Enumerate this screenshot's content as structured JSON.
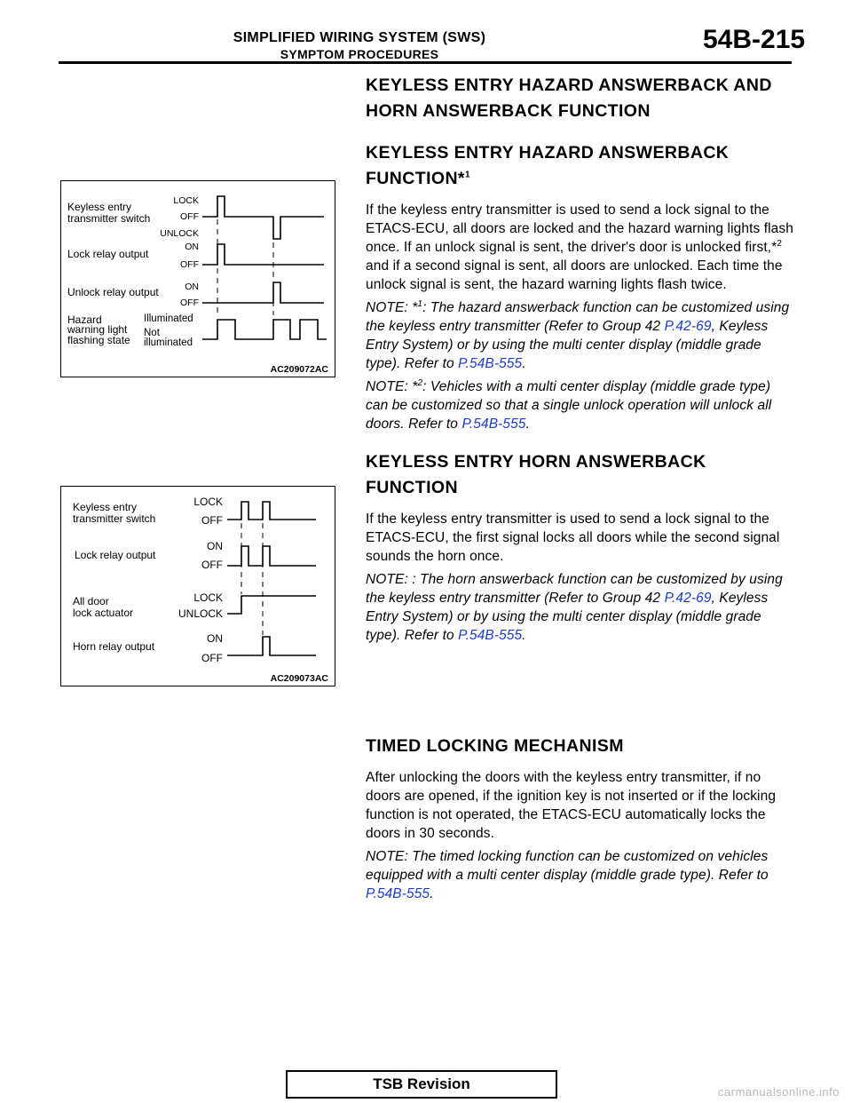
{
  "header": {
    "title": "SIMPLIFIED WIRING SYSTEM (SWS)",
    "subtitle": "SYMPTOM PROCEDURES",
    "page_number": "54B-215"
  },
  "sections": {
    "main_heading": "KEYLESS ENTRY HAZARD ANSWERBACK AND HORN ANSWERBACK FUNCTION",
    "hazard": {
      "heading": "KEYLESS ENTRY HAZARD ANSWERBACK FUNCTION*",
      "heading_sup": "1",
      "body_1": "If the keyless entry transmitter is used to send a lock signal to the ETACS-ECU, all doors are locked and the hazard warning lights flash once. If an unlock signal is sent, the driver's door is unlocked first,*",
      "body_sup": "2",
      "body_2": " and if a second signal is sent, all doors are unlocked. Each time the unlock signal is sent, the hazard warning lights flash twice.",
      "note1_prefix": "NOTE: *",
      "note1_sup": "1",
      "note1_text": ": The hazard answerback function can be customized using the keyless entry transmitter (Refer to Group 42 ",
      "note1_link1": "P.42-69",
      "note1_mid": ", Keyless Entry System) or by using the multi center display (middle grade type). Refer to ",
      "note1_link2": "P.54B-555",
      "note1_end": ".",
      "note2_prefix": "NOTE: *",
      "note2_sup": "2",
      "note2_text": ": Vehicles with a multi center display (middle grade type) can be customized so that a single unlock operation will unlock all doors. Refer to ",
      "note2_link": "P.54B-555",
      "note2_end": "."
    },
    "horn": {
      "heading": "KEYLESS ENTRY HORN ANSWERBACK FUNCTION",
      "body": "If the keyless entry transmitter is used to send a lock signal to the ETACS-ECU, the first signal locks all doors while the second signal sounds the horn once.",
      "note_text": "NOTE: : The horn answerback function can be customized by using the keyless entry transmitter (Refer to Group 42 ",
      "note_link1": "P.42-69",
      "note_mid": ", Keyless Entry System) or by using the multi center display (middle grade type). Refer to ",
      "note_link2": "P.54B-555",
      "note_end": "."
    },
    "timed": {
      "heading": "TIMED LOCKING MECHANISM",
      "body": "After unlocking the doors with the keyless entry transmitter, if no doors are opened, if the ignition key is not inserted or if the locking function is not operated, the ETACS-ECU automatically locks the doors in 30 seconds.",
      "note_text": "NOTE: The timed locking function can be customized on vehicles equipped with a multi center display (middle grade type). Refer to ",
      "note_link": "P.54B-555",
      "note_end": "."
    }
  },
  "figure1": {
    "id": "AC209072AC",
    "rows": [
      {
        "label_lines": [
          "Keyless entry",
          "transmitter switch"
        ],
        "states": [
          "LOCK",
          "OFF",
          "UNLOCK"
        ]
      },
      {
        "label_lines": [
          "Lock relay output"
        ],
        "states": [
          "ON",
          "OFF"
        ]
      },
      {
        "label_lines": [
          "Unlock relay output"
        ],
        "states": [
          "ON",
          "OFF"
        ]
      },
      {
        "label_lines": [
          "Hazard",
          "warning light",
          "flashing state"
        ],
        "states": [
          "Illuminated",
          "Not",
          "illuminated"
        ]
      }
    ]
  },
  "figure2": {
    "id": "AC209073AC",
    "rows": [
      {
        "label_lines": [
          "Keyless entry",
          "transmitter switch"
        ],
        "states": [
          "LOCK",
          "OFF"
        ]
      },
      {
        "label_lines": [
          "Lock relay output"
        ],
        "states": [
          "ON",
          "OFF"
        ]
      },
      {
        "label_lines": [
          "All door",
          "lock actuator"
        ],
        "states": [
          "LOCK",
          "UNLOCK"
        ]
      },
      {
        "label_lines": [
          "Horn relay output"
        ],
        "states": [
          "ON",
          "OFF"
        ]
      }
    ]
  },
  "footer": {
    "label": "TSB Revision",
    "watermark": "carmanualsonline.info"
  },
  "colors": {
    "link": "#1a3ad6"
  }
}
